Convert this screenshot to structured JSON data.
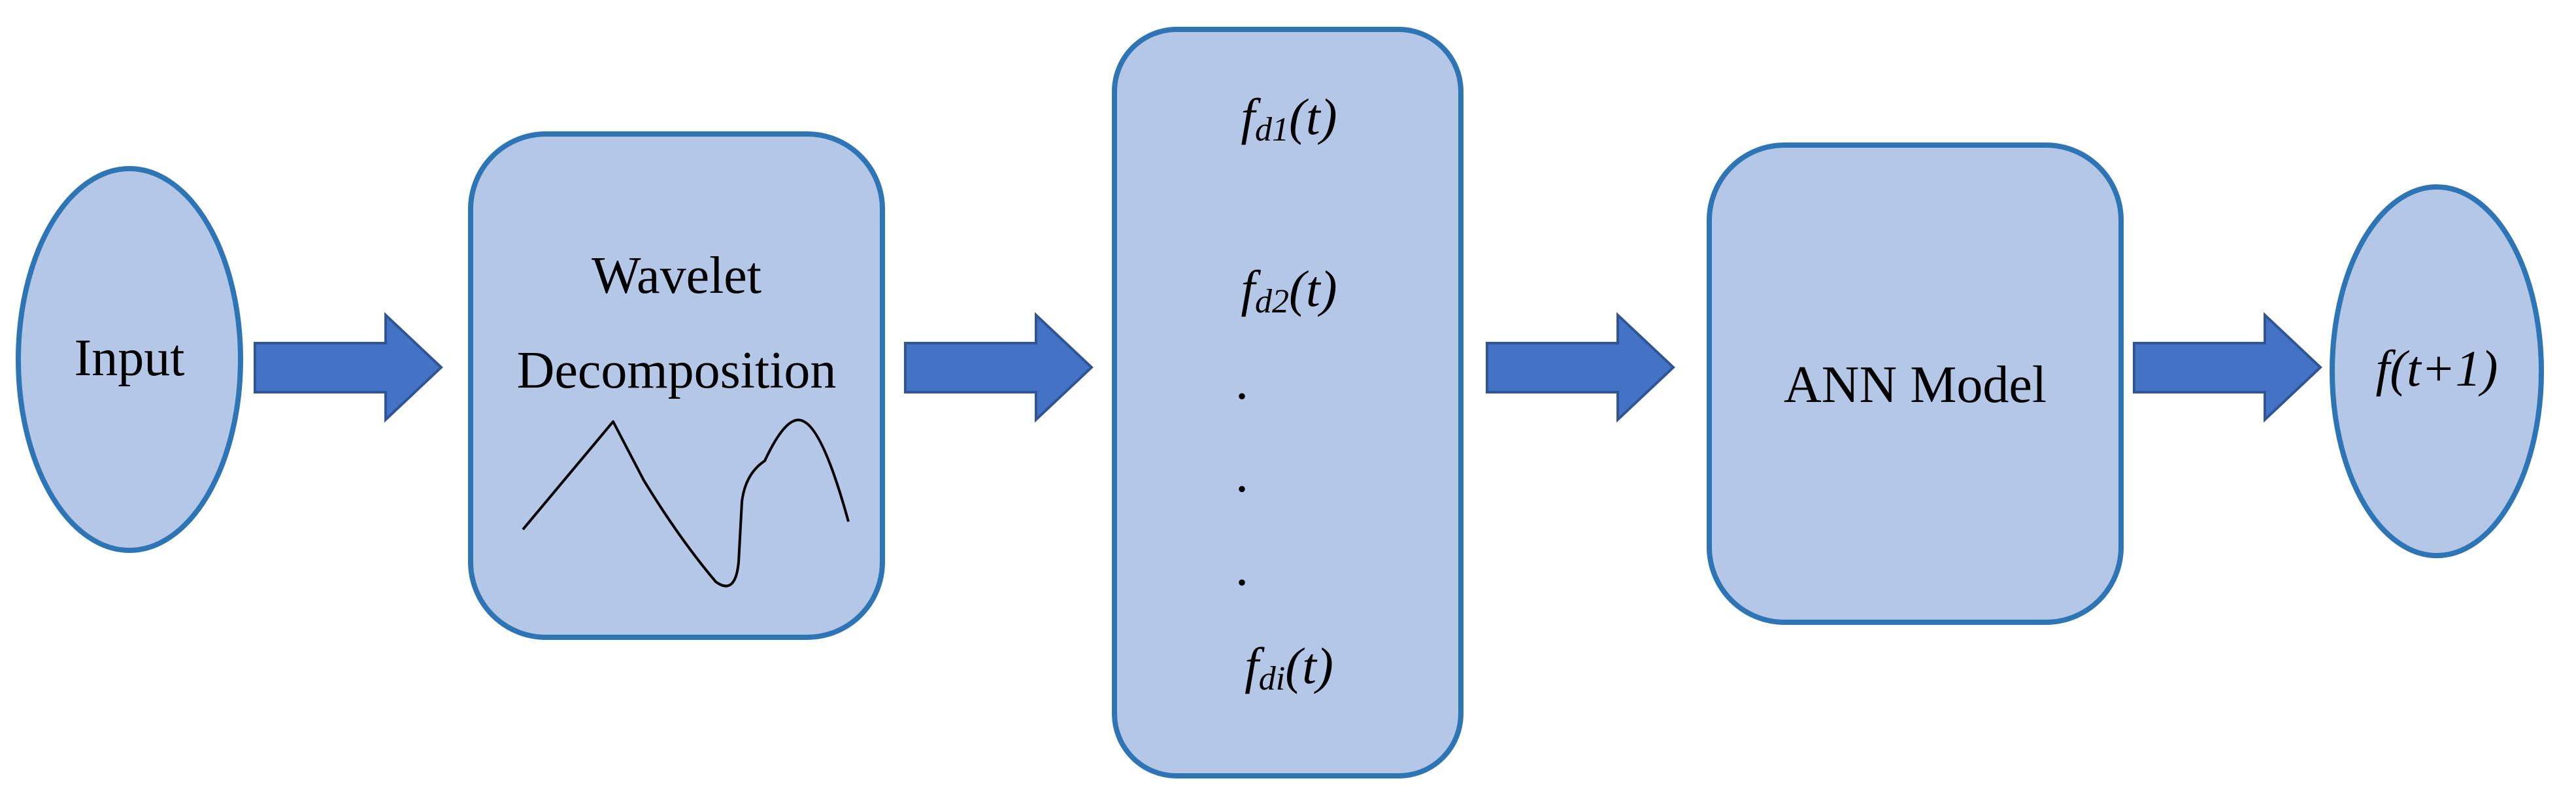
{
  "nodes": {
    "input": {
      "label": "Input"
    },
    "wavelet": {
      "line1": "Wavelet",
      "line2": "Decomposition"
    },
    "components": {
      "items": [
        {
          "f": "f",
          "sub": "d1",
          "args": "(t)"
        },
        {
          "f": "f",
          "sub": "d2",
          "args": "(t)"
        },
        {
          "dot": "."
        },
        {
          "dot": "."
        },
        {
          "dot": "."
        },
        {
          "f": "f",
          "sub": "di",
          "args": "(t)"
        }
      ]
    },
    "ann": {
      "label": "ANN Model"
    },
    "output": {
      "f": "f",
      "args": "(t+1)"
    }
  },
  "colors": {
    "node_fill": "#b4c7e7",
    "node_stroke": "#2e75b6",
    "arrow_fill": "#4472c4"
  }
}
